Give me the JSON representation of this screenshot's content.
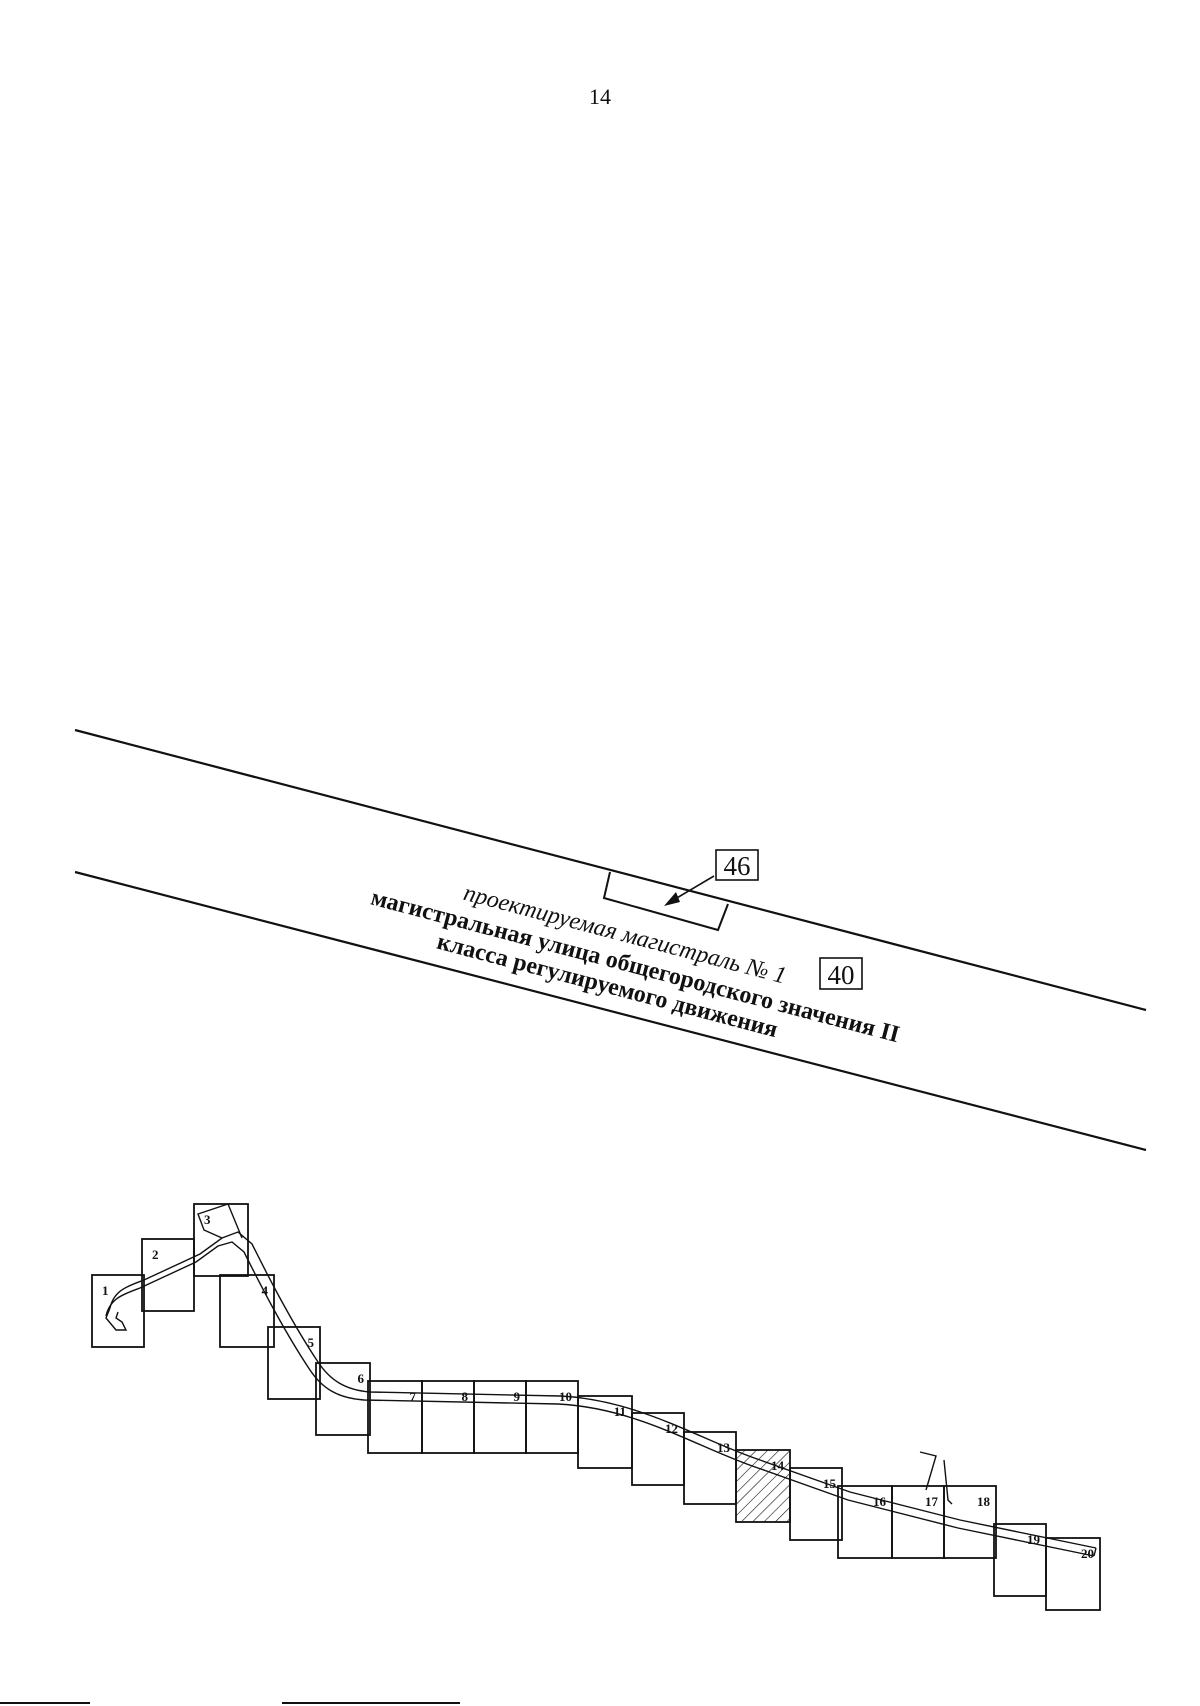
{
  "page_number": "14",
  "street": {
    "line1": "проектируемая магистраль № 1",
    "line2": "магистральная улица общегородского значения II",
    "line3": "класса регулируемого движения",
    "tag": "40"
  },
  "plot_tag": "46",
  "sheet_index": {
    "highlighted_sheet": "14",
    "sheets": [
      "1",
      "2",
      "3",
      "4",
      "5",
      "6",
      "7",
      "8",
      "9",
      "10",
      "11",
      "12",
      "13",
      "14",
      "15",
      "16",
      "17",
      "18",
      "19",
      "20"
    ]
  },
  "colors": {
    "ink": "#111111",
    "paper": "#ffffff"
  }
}
